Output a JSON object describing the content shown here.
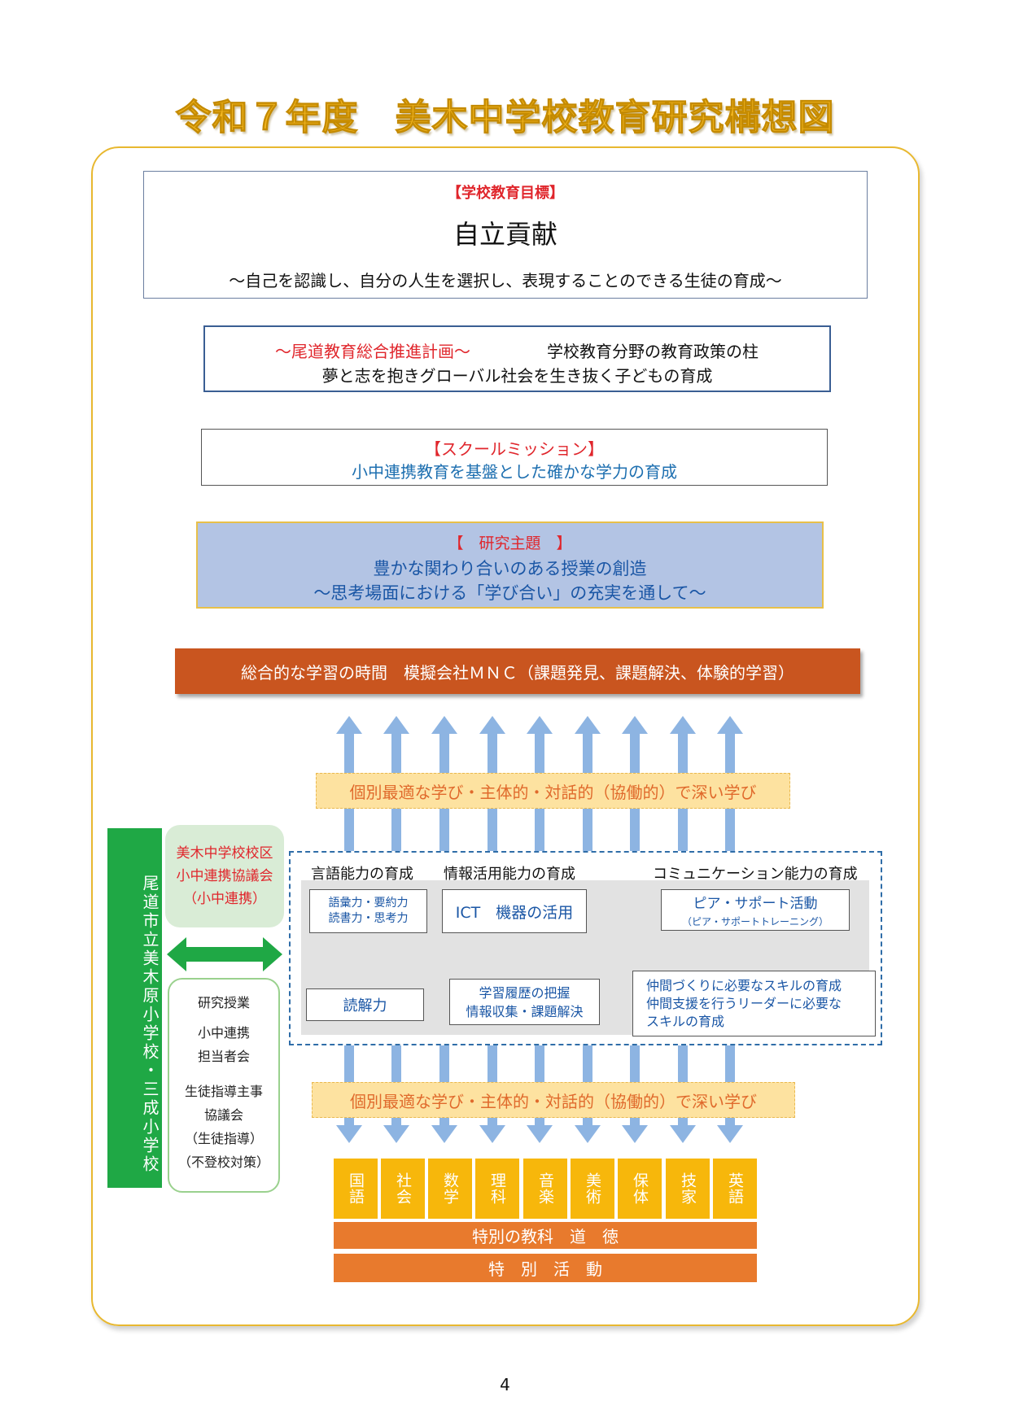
{
  "title": "令和７年度　美木中学校教育研究構想図",
  "goal": {
    "label": "【学校教育目標】",
    "main": "自立貢献",
    "sub": "～自己を認識し、自分の人生を選択し、表現することのできる生徒の育成～"
  },
  "plan": {
    "title": "～尾道教育総合推進計画～",
    "pillar": "学校教育分野の教育政策の柱",
    "sub": "夢と志を抱きグローバル社会を生き抜く子どもの育成"
  },
  "mission": {
    "label": "【スクールミッション】",
    "text": "小中連携教育を基盤とした確かな学力の育成"
  },
  "theme": {
    "label": "【　研究主題　】",
    "main": "豊かな関わり合いのある授業の創造",
    "sub": "～思考場面における「学び合い」の充実を通して～"
  },
  "integrated": "総合的な学習の時間　模擬会社ＭＮＣ（課題発見、課題解決、体験的学習）",
  "deep_learning": "個別最適な学び・主体的・対話的（協働的）で深い学び",
  "elementary": "尾道市立美木原小学校・三成小学校",
  "council": {
    "lines": [
      "美木中学校校区",
      "小中連携協議会",
      "（小中連携）"
    ]
  },
  "meetings": {
    "lines": [
      "研究授業",
      "小中連携",
      "担当者会",
      "生徒指導主事",
      "協議会",
      "（生徒指導）",
      "（不登校対策）"
    ]
  },
  "skills": {
    "language": {
      "title": "言語能力の育成",
      "box_lines": [
        "語彙力・要約力",
        "読書力・思考力"
      ],
      "result": "読解力"
    },
    "info": {
      "title": "情報活用能力の育成",
      "box": "ICT　機器の活用",
      "result_lines": [
        "学習履歴の把握",
        "情報収集・課題解決"
      ]
    },
    "communication": {
      "title": "コミュニケーション能力の育成",
      "box_main": "ピア・サポート活動",
      "box_sub": "（ピア・サポートトレーニング）",
      "result_lines": [
        "仲間づくりに必要なスキルの育成",
        "仲間支援を行うリーダーに必要な",
        "スキルの育成"
      ]
    }
  },
  "subjects": [
    "国語",
    "社会",
    "数学",
    "理科",
    "音楽",
    "美術",
    "保体",
    "技家",
    "英語"
  ],
  "moral": "特別の教科　道　徳",
  "special": "特　別　活　動",
  "page_number": "4",
  "colors": {
    "title": "#f4b822",
    "red": "#e0262c",
    "blue": "#1a56a5",
    "arrow": "#8db4e2",
    "green": "#1fa845",
    "orange": "#e87a2d",
    "subject": "#f7b70b",
    "theme_bg": "#b3c4e4"
  }
}
